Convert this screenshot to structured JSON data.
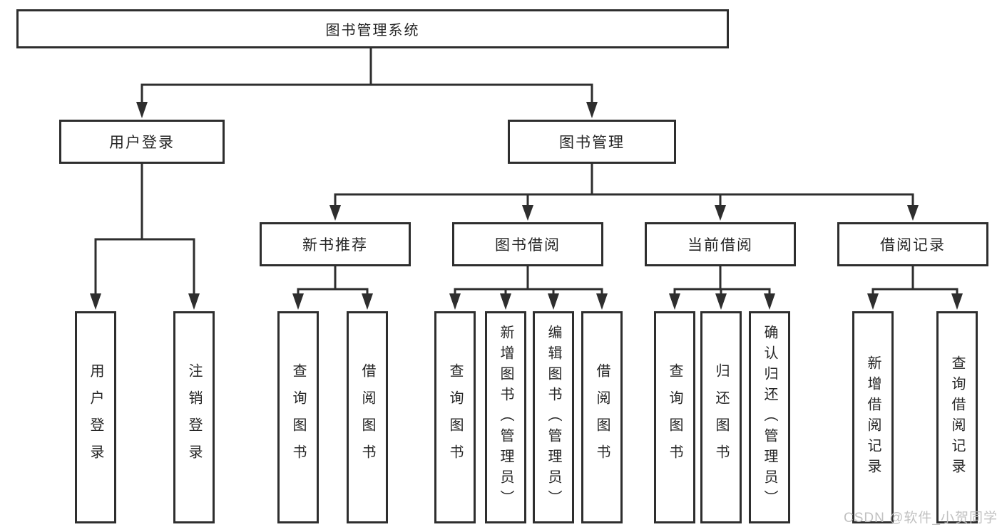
{
  "nodes": {
    "root": "图书管理系统",
    "user_login": "用户登录",
    "book_management": "图书管理",
    "new_book_recommend": "新书推荐",
    "book_borrow": "图书借阅",
    "current_borrow": "当前借阅",
    "borrow_records": "借阅记录",
    "leaf_user_login": "用户登录",
    "leaf_logout": "注销登录",
    "leaf_rec_query": "查询图书",
    "leaf_rec_borrow": "借阅图书",
    "leaf_bb_query": "查询图书",
    "leaf_bb_add": "新增图书（管理员）",
    "leaf_bb_edit": "编辑图书（管理员）",
    "leaf_bb_borrow": "借阅图书",
    "leaf_cb_query": "查询图书",
    "leaf_cb_return": "归还图书",
    "leaf_cb_confirm": "确认归还（管理员）",
    "leaf_br_add": "新增借阅记录",
    "leaf_br_query": "查询借阅记录"
  },
  "watermark": "CSDN @软件_小贺同学",
  "colors": {
    "line": "#2e2e2e",
    "box_border": "#2e2e2e",
    "text": "#262626",
    "watermark": "#bcbcbc",
    "background": "#ffffff"
  }
}
